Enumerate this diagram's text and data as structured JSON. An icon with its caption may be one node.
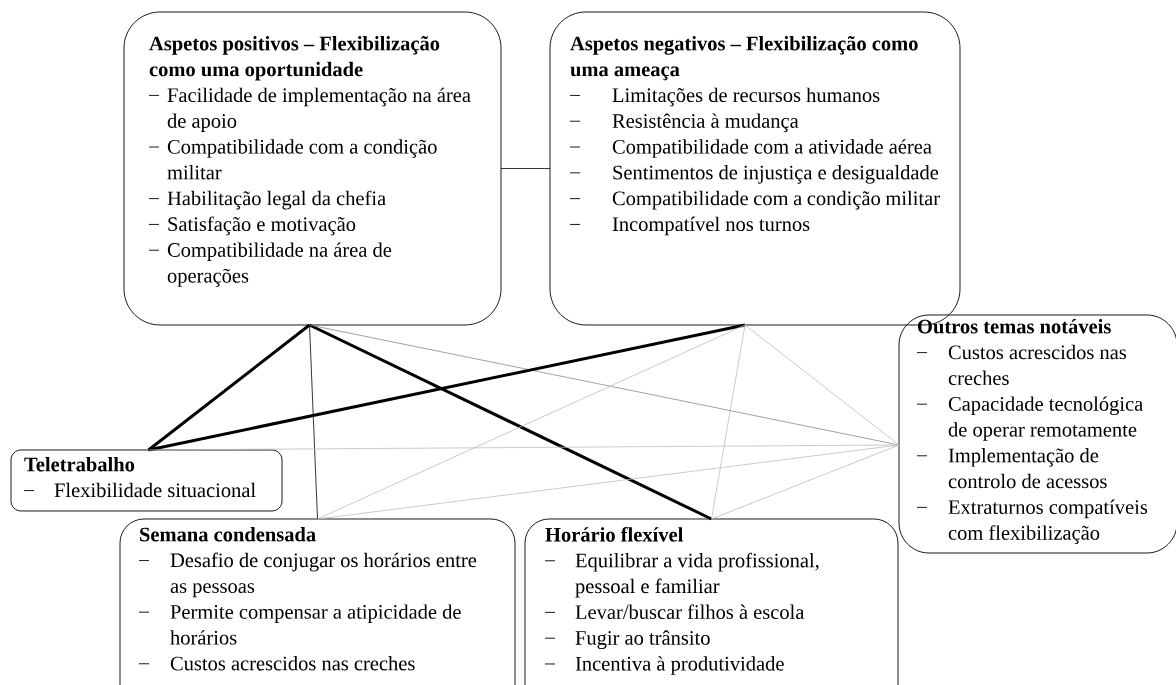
{
  "diagram": {
    "nodes": [
      {
        "text": [
          "Aspetos positivos – Flexibilização como uma oportunidade",
          "Facilidade de implementação na área de apoio",
          "Compatibilidade com a condição militar",
          "Habilitação legal da chefia",
          "Satisfação e motivação",
          "Compatibilidade na área de operações"
        ]
      },
      {
        "text": [
          "Aspetos negativos – Flexibilização como uma ameaça",
          "Limitações de recursos humanos",
          "Resistência à mudança",
          "Compatibilidade com a atividade aérea",
          "Sentimentos de injustiça e desigualdade",
          "Compatibilidade com a condição militar",
          "Incompatível nos turnos"
        ]
      },
      {
        "text": [
          "Outros temas notáveis",
          "Custos acrescidos nas creches",
          "Capacidade tecnológica de operar remotamente",
          "Implementação de controlo de acessos",
          "Extraturnos compatíveis com flexibilização"
        ]
      },
      {
        "text": [
          "Teletrabalho",
          "Flexibilidade situacional"
        ]
      },
      {
        "text": [
          "Semana condensada",
          "Desafio de conjugar os horários entre as pessoas",
          "Permite compensar a atipicidade de horários",
          "Custos acrescidos nas creches"
        ]
      },
      {
        "text": [
          "Horário flexível",
          "Equilibrar a vida profissional, pessoal e familiar",
          "Levar/buscar filhos à escola",
          "Fugir ao trânsito",
          "Incentiva à produtividade"
        ]
      }
    ],
    "edges": [
      {
        "from": 0,
        "to": 1,
        "arrow": "none",
        "color": "#000000"
      },
      {
        "from": 0,
        "to": 3,
        "arrow": "none",
        "style": "thick",
        "color": "#000000"
      },
      {
        "from": 0,
        "to": 4,
        "arrow": "none",
        "color": "#000000"
      },
      {
        "from": 0,
        "to": 5,
        "arrow": "none",
        "style": "thick",
        "color": "#000000"
      },
      {
        "from": 0,
        "to": 2,
        "arrow": "none",
        "color": "#8c8c8c"
      },
      {
        "from": 1,
        "to": 3,
        "arrow": "none",
        "style": "thick",
        "color": "#000000"
      },
      {
        "from": 1,
        "to": 4,
        "arrow": "none"
      },
      {
        "from": 1,
        "to": 5,
        "arrow": "none"
      },
      {
        "from": 1,
        "to": 2,
        "arrow": "none"
      },
      {
        "from": 3,
        "to": 2,
        "arrow": "none"
      },
      {
        "from": 4,
        "to": 2,
        "arrow": "none"
      },
      {
        "from": 5,
        "to": 2,
        "arrow": "none"
      }
    ]
  }
}
